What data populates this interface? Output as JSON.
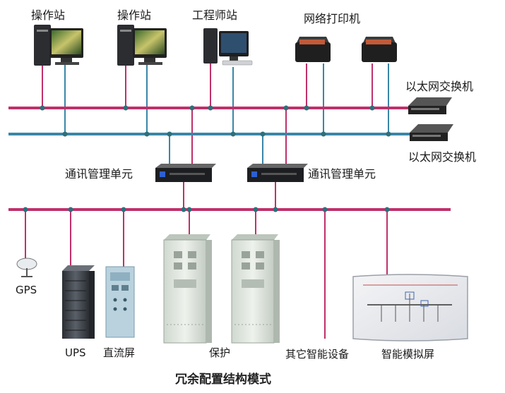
{
  "labels": {
    "workstation_1": "操作站",
    "workstation_2": "操作站",
    "engineer_station": "工程师站",
    "network_printer": "网络打印机",
    "ethernet_switch_1": "以太网交换机",
    "ethernet_switch_2": "以太网交换机",
    "comm_unit_1": "通讯管理单元",
    "comm_unit_2": "通讯管理单元",
    "gps": "GPS",
    "ups": "UPS",
    "dc_panel": "直流屏",
    "protection": "保护",
    "other_devices": "其它智能设备",
    "mimic_panel": "智能模拟屏"
  },
  "caption": "冗余配置结构模式",
  "colors": {
    "bus_red": "#c0306a",
    "bus_blue": "#3a86a8",
    "node": "#2f6f7a",
    "cabinet": "#e6ece4",
    "ups_dark": "#3a3f45",
    "dc_blue": "#a9c6d6"
  },
  "icons": [
    "computer-icon",
    "printer-icon",
    "switch-icon",
    "comm-unit-icon",
    "gps-antenna-icon",
    "ups-cabinet-icon",
    "dc-panel-icon",
    "protection-cabinet-icon",
    "mimic-panel-icon"
  ]
}
